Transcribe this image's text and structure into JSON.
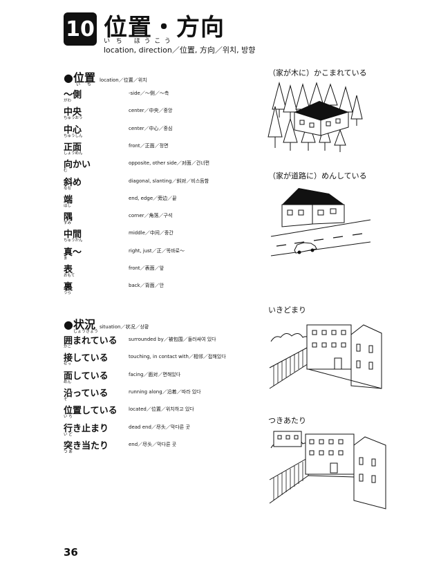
{
  "header": {
    "number": "10",
    "title": "位置・方向",
    "title_ruby": "い   ち      ほ  う  こ  う",
    "subtitle": "location, direction／位置, 方向／위치, 방향"
  },
  "sections": [
    {
      "heading": "●位置",
      "heading_ruby": "い ち",
      "gloss": "location／位置／위치",
      "items": [
        {
          "word": "～側",
          "ruby": "がわ",
          "gloss": "-side／～侧／～측"
        },
        {
          "word": "中央",
          "ruby": "ちゅうおう",
          "gloss": "center／中央／중앙"
        },
        {
          "word": "中心",
          "ruby": "ちゅうしん",
          "gloss": "center／中心／중심"
        },
        {
          "word": "正面",
          "ruby": "しょうめん",
          "gloss": "front／正面／정면"
        },
        {
          "word": "向かい",
          "ruby": "む",
          "gloss": "opposite, other side／对面／건너편"
        },
        {
          "word": "斜め",
          "ruby": "なな",
          "gloss": "diagonal, slanting／斜对／비스듬함"
        },
        {
          "word": "端",
          "ruby": "はし",
          "gloss": "end, edge／旁边／끝"
        },
        {
          "word": "隅",
          "ruby": "すみ",
          "gloss": "corner／角落／구석"
        },
        {
          "word": "中間",
          "ruby": "ちゅうかん",
          "gloss": "middle／中间／중간"
        },
        {
          "word": "真～",
          "ruby": "ま",
          "gloss": "right, just／正／똑바로～"
        },
        {
          "word": "表",
          "ruby": "おもて",
          "gloss": "front／表面／앞"
        },
        {
          "word": "裏",
          "ruby": "うら",
          "gloss": "back／背面／안"
        }
      ]
    },
    {
      "heading": "●状況",
      "heading_ruby": "じょうきょう",
      "gloss": "situation／状况／상황",
      "items": [
        {
          "word": "囲まれている",
          "ruby": "かこ",
          "gloss": "surrounded by／被包围／둘러싸여 있다"
        },
        {
          "word": "接している",
          "ruby": "せっ",
          "gloss": "touching, in contact with／相邻／접해있다"
        },
        {
          "word": "面している",
          "ruby": "めん",
          "gloss": "facing／面对／면해있다"
        },
        {
          "word": "沿っている",
          "ruby": "そ",
          "gloss": "running along／沿着／따라 있다"
        },
        {
          "word": "位置している",
          "ruby": "い ち",
          "gloss": "located／位置／위치하고 있다"
        },
        {
          "word": "行き止まり",
          "ruby": "い  ど",
          "gloss": "dead end／尽头／막다른 곳"
        },
        {
          "word": "突き当たり",
          "ruby": "つ  あ",
          "gloss": "end／尽头／막다른 곳"
        }
      ]
    }
  ],
  "illustrations": [
    {
      "caption": "（家が木に）かこまれている"
    },
    {
      "caption": "（家が道路に）めんしている"
    },
    {
      "caption": "いきどまり"
    },
    {
      "caption": "つきあたり"
    }
  ],
  "page_number": "36"
}
